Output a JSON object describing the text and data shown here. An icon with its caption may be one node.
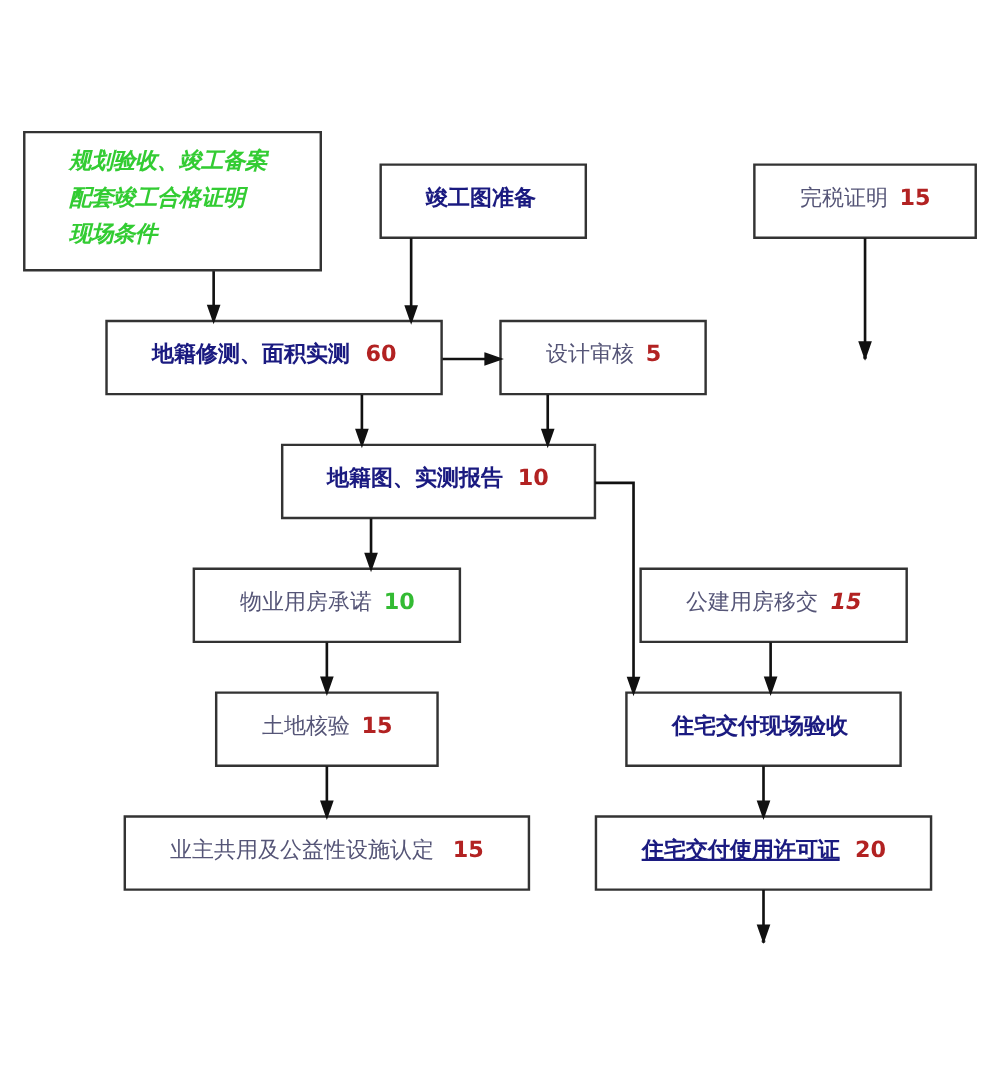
{
  "diagram": {
    "nodes": [
      {
        "text": [
          "规划验收、竣工备案",
          "配套竣工合格证明",
          "现场条件"
        ]
      },
      {
        "text": [
          "竣工图准备"
        ]
      },
      {
        "text": [
          "地籍修测、面积实测 60"
        ]
      },
      {
        "text": [
          "设计审核 5"
        ]
      },
      {
        "text": [
          "地籍图、实测报告 10"
        ]
      },
      {
        "text": [
          "公建用房移交 15"
        ]
      },
      {
        "text": [
          "物业用房承诺 10"
        ]
      },
      {
        "text": [
          "住宅交付现场验收"
        ]
      },
      {
        "text": [
          "土地核验 15"
        ]
      },
      {
        "text": [
          "住宅交付使用许可证 20"
        ]
      },
      {
        "text": [
          "业主共用及公益性设施认定 15"
        ]
      },
      {
        "text": [
          "完税证明 15"
        ]
      }
    ],
    "edges": [
      {
        "from": 1,
        "to": 2,
        "arrow": "to"
      },
      {
        "from": 0,
        "to": 2,
        "arrow": "to"
      },
      {
        "from": 2,
        "to": 3,
        "arrow": "to"
      },
      {
        "from": 3,
        "to": 4,
        "arrow": "to"
      },
      {
        "from": 2,
        "to": 4,
        "arrow": "to"
      },
      {
        "from": 4,
        "to": 6,
        "arrow": "to"
      },
      {
        "from": 4,
        "to": 7,
        "arrow": "to"
      },
      {
        "from": 5,
        "to": 7,
        "arrow": "to"
      },
      {
        "from": 6,
        "to": 8,
        "arrow": "to"
      },
      {
        "from": 8,
        "to": 10,
        "arrow": "to"
      },
      {
        "from": 7,
        "to": 9,
        "arrow": "to"
      },
      {
        "from": 9,
        "to": null,
        "arrow": "to"
      },
      {
        "from": 11,
        "to": null,
        "arrow": "to"
      }
    ]
  }
}
